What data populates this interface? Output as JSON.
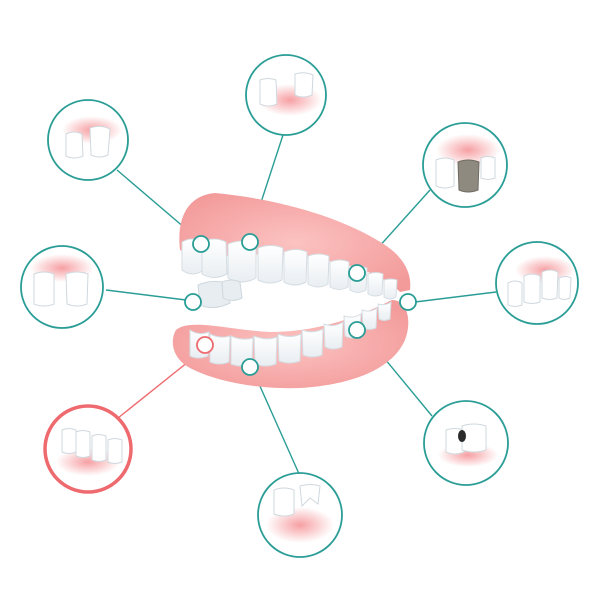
{
  "diagram": {
    "subject": "teeth-conditions",
    "accent_color": "#2a9d96",
    "highlight_color": "#ee6a6e",
    "gum_color": "#f6a9a9",
    "tooth_color": "#ffffff",
    "callouts": [
      {
        "id": "gap-upper-left",
        "highlighted": false
      },
      {
        "id": "missing-tooth-top",
        "highlighted": false
      },
      {
        "id": "discolored-tooth",
        "highlighted": false
      },
      {
        "id": "spaced-front-teeth",
        "highlighted": false
      },
      {
        "id": "crooked-teeth-right",
        "highlighted": false
      },
      {
        "id": "crowded-lower-teeth",
        "highlighted": true
      },
      {
        "id": "broken-tooth-bottom",
        "highlighted": false
      },
      {
        "id": "cavity-tooth",
        "highlighted": false
      }
    ]
  }
}
